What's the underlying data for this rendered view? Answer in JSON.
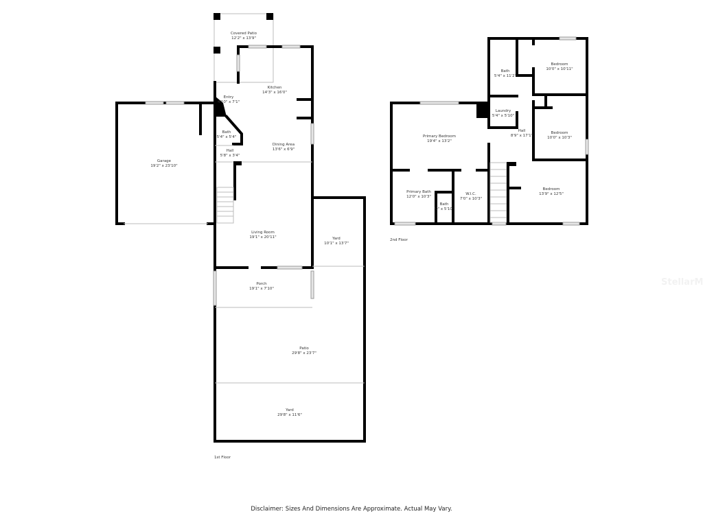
{
  "first_floor": {
    "label": "1st Floor",
    "rooms": [
      {
        "name": "Covered Patio",
        "dims": "12'2\" x 13'9\""
      },
      {
        "name": "Kitchen",
        "dims": "14'3\" x 16'0\""
      },
      {
        "name": "Entry",
        "dims": "4'10\" x 7'1\""
      },
      {
        "name": "Bath",
        "dims": "5'4\" x 5'4\""
      },
      {
        "name": "Hall",
        "dims": "5'8\" x 3'4\""
      },
      {
        "name": "Dining Area",
        "dims": "13'6\" x 6'9\""
      },
      {
        "name": "Garage",
        "dims": "19'2\" x 23'10\""
      },
      {
        "name": "Living Room",
        "dims": "19'1\" x 20'11\""
      },
      {
        "name": "Yard",
        "dims": "10'1\" x 13'7\""
      },
      {
        "name": "Porch",
        "dims": "19'1\" x 7'10\""
      },
      {
        "name": "Patio",
        "dims": "29'8\" x 23'7\""
      },
      {
        "name": "Yard",
        "dims": "29'8\" x 11'6\""
      }
    ]
  },
  "second_floor": {
    "label": "2nd Floor",
    "rooms": [
      {
        "name": "Bath",
        "dims": "5'4\" x 11'2\""
      },
      {
        "name": "Bedroom",
        "dims": "10'0\" x 10'11\""
      },
      {
        "name": "Laundry",
        "dims": "5'4\" x 5'10\""
      },
      {
        "name": "Primary Bedroom",
        "dims": "19'4\" x 13'2\""
      },
      {
        "name": "Hall",
        "dims": "8'9\" x 17'1\""
      },
      {
        "name": "Bedroom",
        "dims": "10'0\" x 10'3\""
      },
      {
        "name": "Primary Bath",
        "dims": "12'0\" x 10'3\""
      },
      {
        "name": "W.I.C.",
        "dims": "7'0\" x 10'3\""
      },
      {
        "name": "Bath",
        "dims": "'0\" x 5'10\""
      },
      {
        "name": "Bedroom",
        "dims": "13'9\" x 12'5\""
      }
    ]
  },
  "watermark": "StellarMLS",
  "disclaimer": "Disclaimer: Sizes And Dimensions Are Approximate. Actual May Vary."
}
